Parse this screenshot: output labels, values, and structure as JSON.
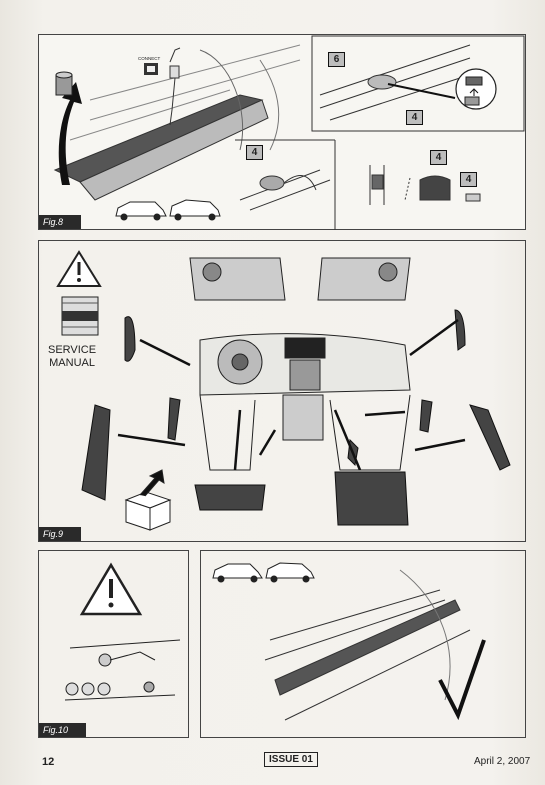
{
  "figures": {
    "fig8": {
      "label": "Fig.8",
      "connector_text": "CONNECT",
      "callouts": [
        "6",
        "4",
        "4",
        "4",
        "4"
      ]
    },
    "fig9": {
      "label": "Fig.9",
      "service_line1": "SERVICE",
      "service_line2": "MANUAL"
    },
    "fig10": {
      "label": "Fig.10"
    }
  },
  "footer": {
    "page_number": "12",
    "issue": "ISSUE 01",
    "date": "April 2, 2007"
  },
  "colors": {
    "frame": "#444444",
    "label_bg": "#2a2a2a",
    "callout_bg": "#bdbdbd"
  }
}
